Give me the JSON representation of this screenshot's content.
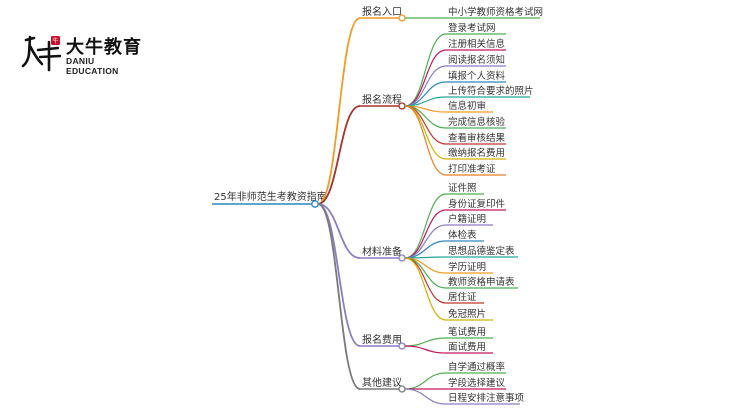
{
  "brand": {
    "name_cn": "大牛教育",
    "name_en": "DANIU EDUCATION",
    "logo_glyph": "大牛",
    "accent": "#c8102e"
  },
  "mindmap": {
    "root": "25年非师范生考教资指南",
    "branches": [
      {
        "label": "报名入口",
        "color": "#f59a23",
        "children": [
          "中小学教师资格考试网"
        ]
      },
      {
        "label": "报名流程",
        "color": "#a8322c",
        "children": [
          "登录考试网",
          "注册相关信息",
          "阅读报名须知",
          "填报个人资料",
          "上传符合要求的照片",
          "信息初审",
          "完成信息核验",
          "查看审核结果",
          "缴纳报名费用",
          "打印准考证"
        ]
      },
      {
        "label": "材料准备",
        "color": "#8e7cc3",
        "children": [
          "证件照",
          "身份证复印件",
          "户籍证明",
          "体检表",
          "思想品德鉴定表",
          "学历证明",
          "教师资格申请表",
          "居住证",
          "免冠照片"
        ]
      },
      {
        "label": "报名费用",
        "color": "#8e7cc3",
        "children": [
          "笔试费用",
          "面试费用"
        ]
      },
      {
        "label": "其他建议",
        "color": "#7a7a7a",
        "children": [
          "自学通过概率",
          "学段选择建议",
          "日程安排注意事项"
        ]
      }
    ]
  }
}
